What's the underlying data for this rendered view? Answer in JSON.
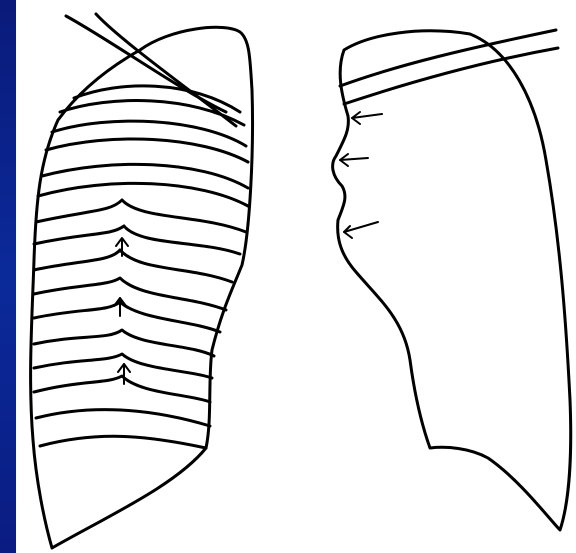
{
  "slide": {
    "border_color": "#0b2a9a",
    "background_color": "#ffffff",
    "ink_color": "#000000"
  },
  "diagram": {
    "subject": "lung-outline-sketch",
    "right_lung_rib_arrows": 3,
    "left_lung_border_arrows": 3
  }
}
